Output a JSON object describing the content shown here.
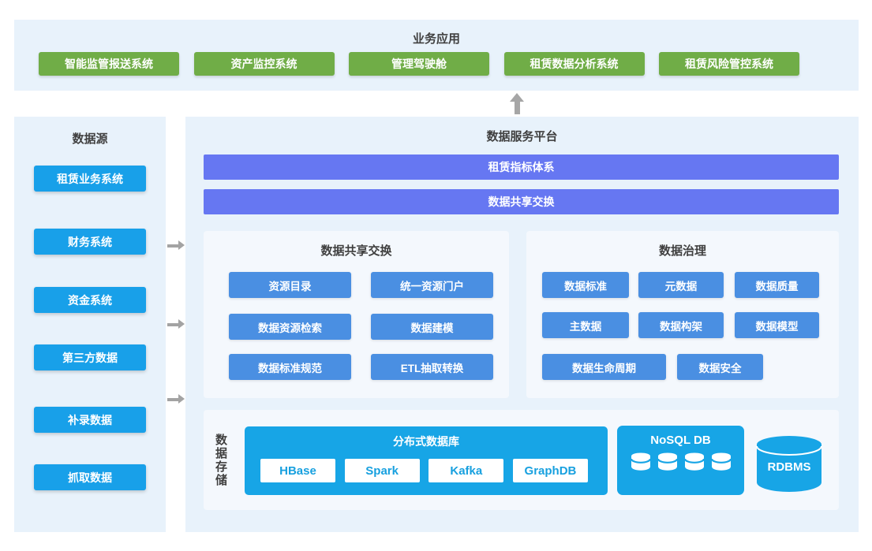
{
  "colors": {
    "app_green": "#70AD47",
    "source_blue": "#18A0E9",
    "module_blue": "#4A8FE2",
    "layer_purple": "#6677F2",
    "storage_cyan": "#17A5E6",
    "panel_bg": "#E8F2FB",
    "subpanel_bg": "#F4F8FD",
    "arrow_gray": "#A6A6A6",
    "title_text": "#3F3F3F"
  },
  "icons": {
    "up_arrow": "arrow-up",
    "flow_arrow": "arrow-right",
    "db_cylinder": "database-cylinder"
  },
  "business_apps": {
    "title": "业务应用",
    "items": [
      "智能监管报送系统",
      "资产监控系统",
      "管理驾驶舱",
      "租赁数据分析系统",
      "租赁风险管控系统"
    ]
  },
  "data_sources": {
    "title": "数据源",
    "items": [
      "租赁业务系统",
      "财务系统",
      "资金系统",
      "第三方数据",
      "补录数据",
      "抓取数据"
    ]
  },
  "platform": {
    "title": "数据服务平台",
    "layers": [
      "租赁指标体系",
      "数据共享交换"
    ],
    "sharing": {
      "title": "数据共享交换",
      "items": [
        "资源目录",
        "统一资源门户",
        "数据资源检索",
        "数据建模",
        "数据标准规范",
        "ETL抽取转换"
      ]
    },
    "governance": {
      "title": "数据治理",
      "items": [
        "数据标准",
        "元数据",
        "数据质量",
        "主数据",
        "数据构架",
        "数据模型",
        "数据生命周期",
        "数据安全"
      ]
    },
    "storage": {
      "label": "数据存储",
      "distributed": {
        "title": "分布式数据库",
        "items": [
          "HBase",
          "Spark",
          "Kafka",
          "GraphDB"
        ]
      },
      "nosql": {
        "title": "NoSQL DB",
        "cylinder_count": 4
      },
      "rdbms": {
        "label": "RDBMS"
      }
    }
  }
}
